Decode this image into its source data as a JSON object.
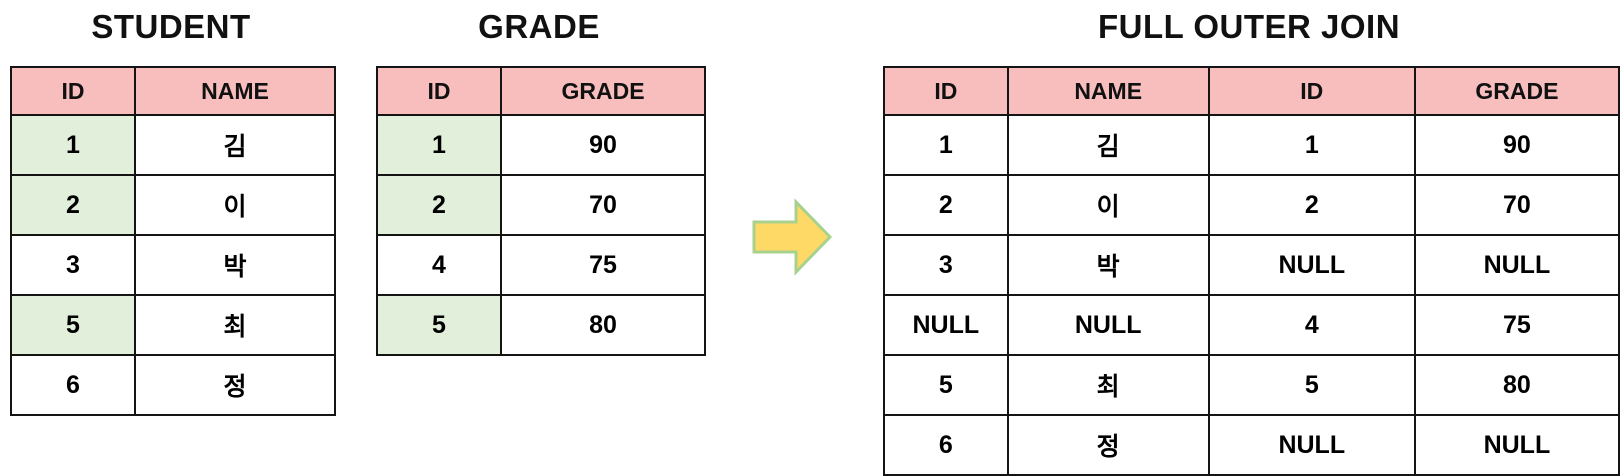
{
  "student_table": {
    "title": "STUDENT",
    "columns": [
      "ID",
      "NAME"
    ],
    "rows": [
      {
        "cells": [
          "1",
          "김"
        ],
        "id_match": true
      },
      {
        "cells": [
          "2",
          "이"
        ],
        "id_match": true
      },
      {
        "cells": [
          "3",
          "박"
        ],
        "id_match": false
      },
      {
        "cells": [
          "5",
          "최"
        ],
        "id_match": true
      },
      {
        "cells": [
          "6",
          "정"
        ],
        "id_match": false
      }
    ]
  },
  "grade_table": {
    "title": "GRADE",
    "columns": [
      "ID",
      "GRADE"
    ],
    "rows": [
      {
        "cells": [
          "1",
          "90"
        ],
        "id_match": true
      },
      {
        "cells": [
          "2",
          "70"
        ],
        "id_match": true
      },
      {
        "cells": [
          "4",
          "75"
        ],
        "id_match": false
      },
      {
        "cells": [
          "5",
          "80"
        ],
        "id_match": true
      }
    ]
  },
  "join_table": {
    "title": "FULL OUTER JOIN",
    "columns": [
      "ID",
      "NAME",
      "ID",
      "GRADE"
    ],
    "rows": [
      {
        "cells": [
          "1",
          "김",
          "1",
          "90"
        ]
      },
      {
        "cells": [
          "2",
          "이",
          "2",
          "70"
        ]
      },
      {
        "cells": [
          "3",
          "박",
          "NULL",
          "NULL"
        ]
      },
      {
        "cells": [
          "NULL",
          "NULL",
          "4",
          "75"
        ]
      },
      {
        "cells": [
          "5",
          "최",
          "5",
          "80"
        ]
      },
      {
        "cells": [
          "6",
          "정",
          "NULL",
          "NULL"
        ]
      }
    ]
  },
  "arrow": {
    "name": "right-arrow"
  },
  "colors": {
    "header_bg": "#F8BEBE",
    "match_bg": "#E2EFDA",
    "arrow_fill": "#FFD966",
    "arrow_stroke": "#A9D18E",
    "border": "#141414"
  }
}
